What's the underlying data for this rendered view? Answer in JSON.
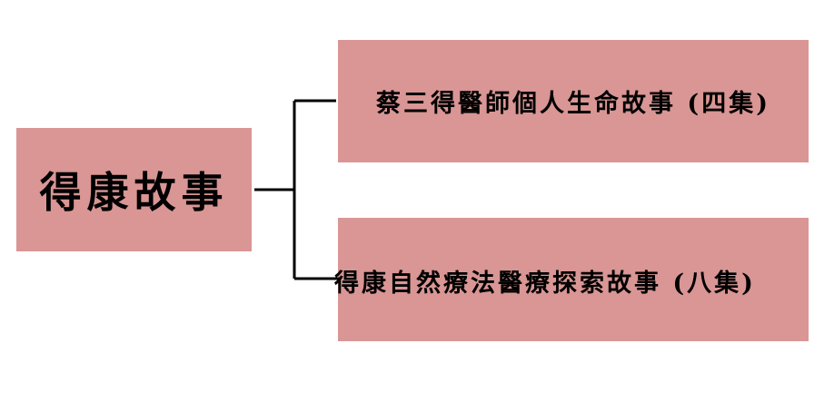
{
  "diagram": {
    "root": {
      "label": "得康故事"
    },
    "children": [
      {
        "label": "蔡三得醫師個人生命故事 (四集)"
      },
      {
        "label": "得康自然療法醫療探索故事 (八集)"
      }
    ]
  },
  "colors": {
    "box_fill": "#d99694",
    "line": "#000000",
    "text": "#000000",
    "background": "#ffffff"
  }
}
